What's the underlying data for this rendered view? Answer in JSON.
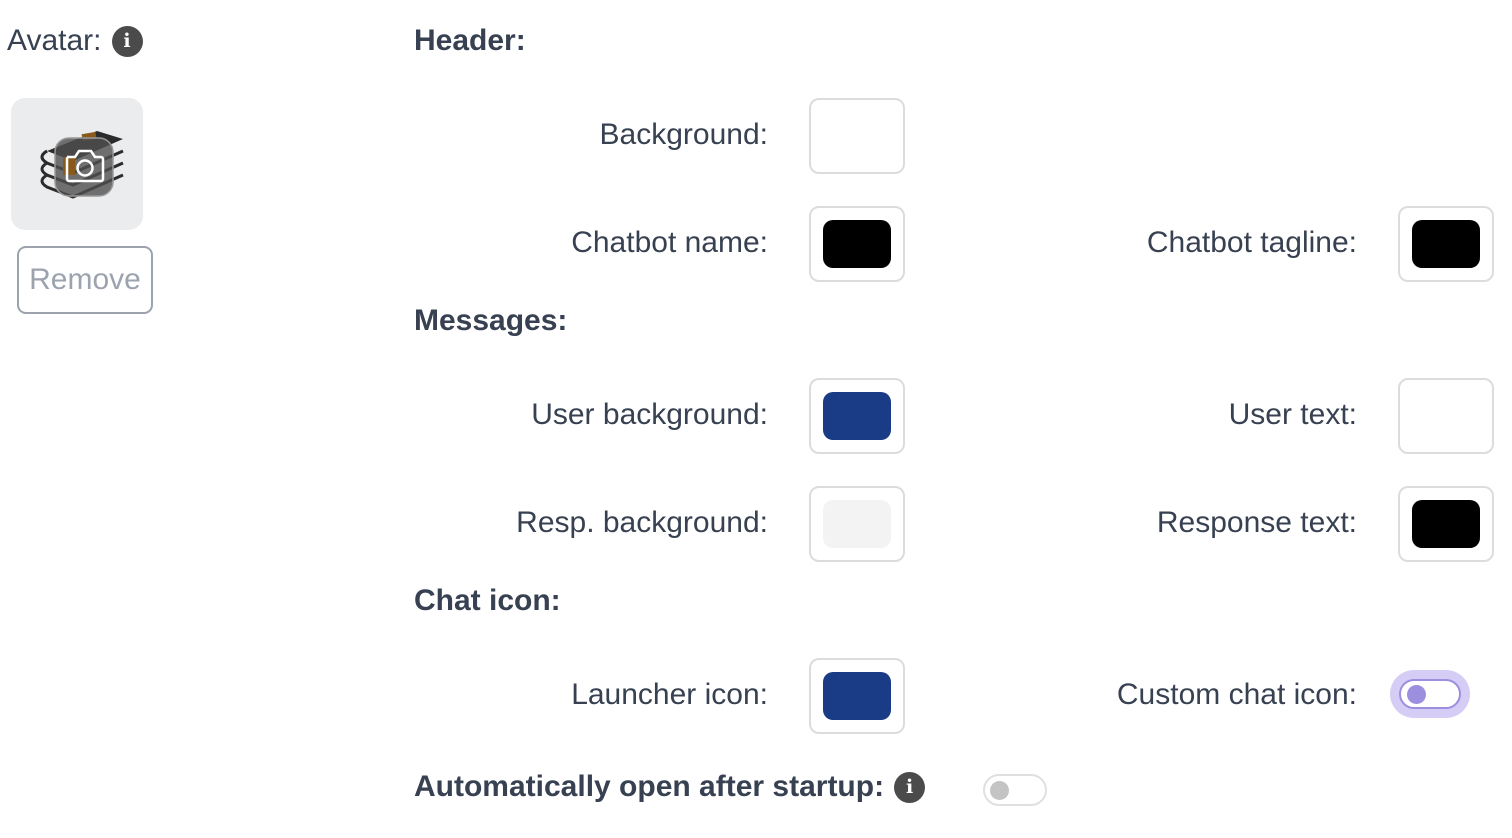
{
  "avatar": {
    "label": "Avatar:",
    "info_icon": "info-icon",
    "image_icon": "books-with-camera-icon",
    "remove_label": "Remove"
  },
  "sections": {
    "header": {
      "title": "Header:",
      "background_label": "Background:",
      "background_color": "#ffffff",
      "chatbot_name_label": "Chatbot name:",
      "chatbot_name_color": "#000000",
      "chatbot_tagline_label": "Chatbot tagline:",
      "chatbot_tagline_color": "#000000"
    },
    "messages": {
      "title": "Messages:",
      "user_background_label": "User background:",
      "user_background_color": "#1a3c87",
      "user_text_label": "User text:",
      "user_text_color": "#ffffff",
      "resp_background_label": "Resp. background:",
      "resp_background_color": "#f3f3f3",
      "response_text_label": "Response text:",
      "response_text_color": "#000000"
    },
    "chat_icon": {
      "title": "Chat icon:",
      "launcher_icon_label": "Launcher icon:",
      "launcher_icon_color": "#1a3c87",
      "custom_chat_icon_label": "Custom chat icon:",
      "custom_chat_icon_enabled": false
    }
  },
  "auto_open": {
    "label": "Automatically open after startup:",
    "info_icon": "info-icon",
    "enabled": false
  },
  "info_glyph": "i"
}
